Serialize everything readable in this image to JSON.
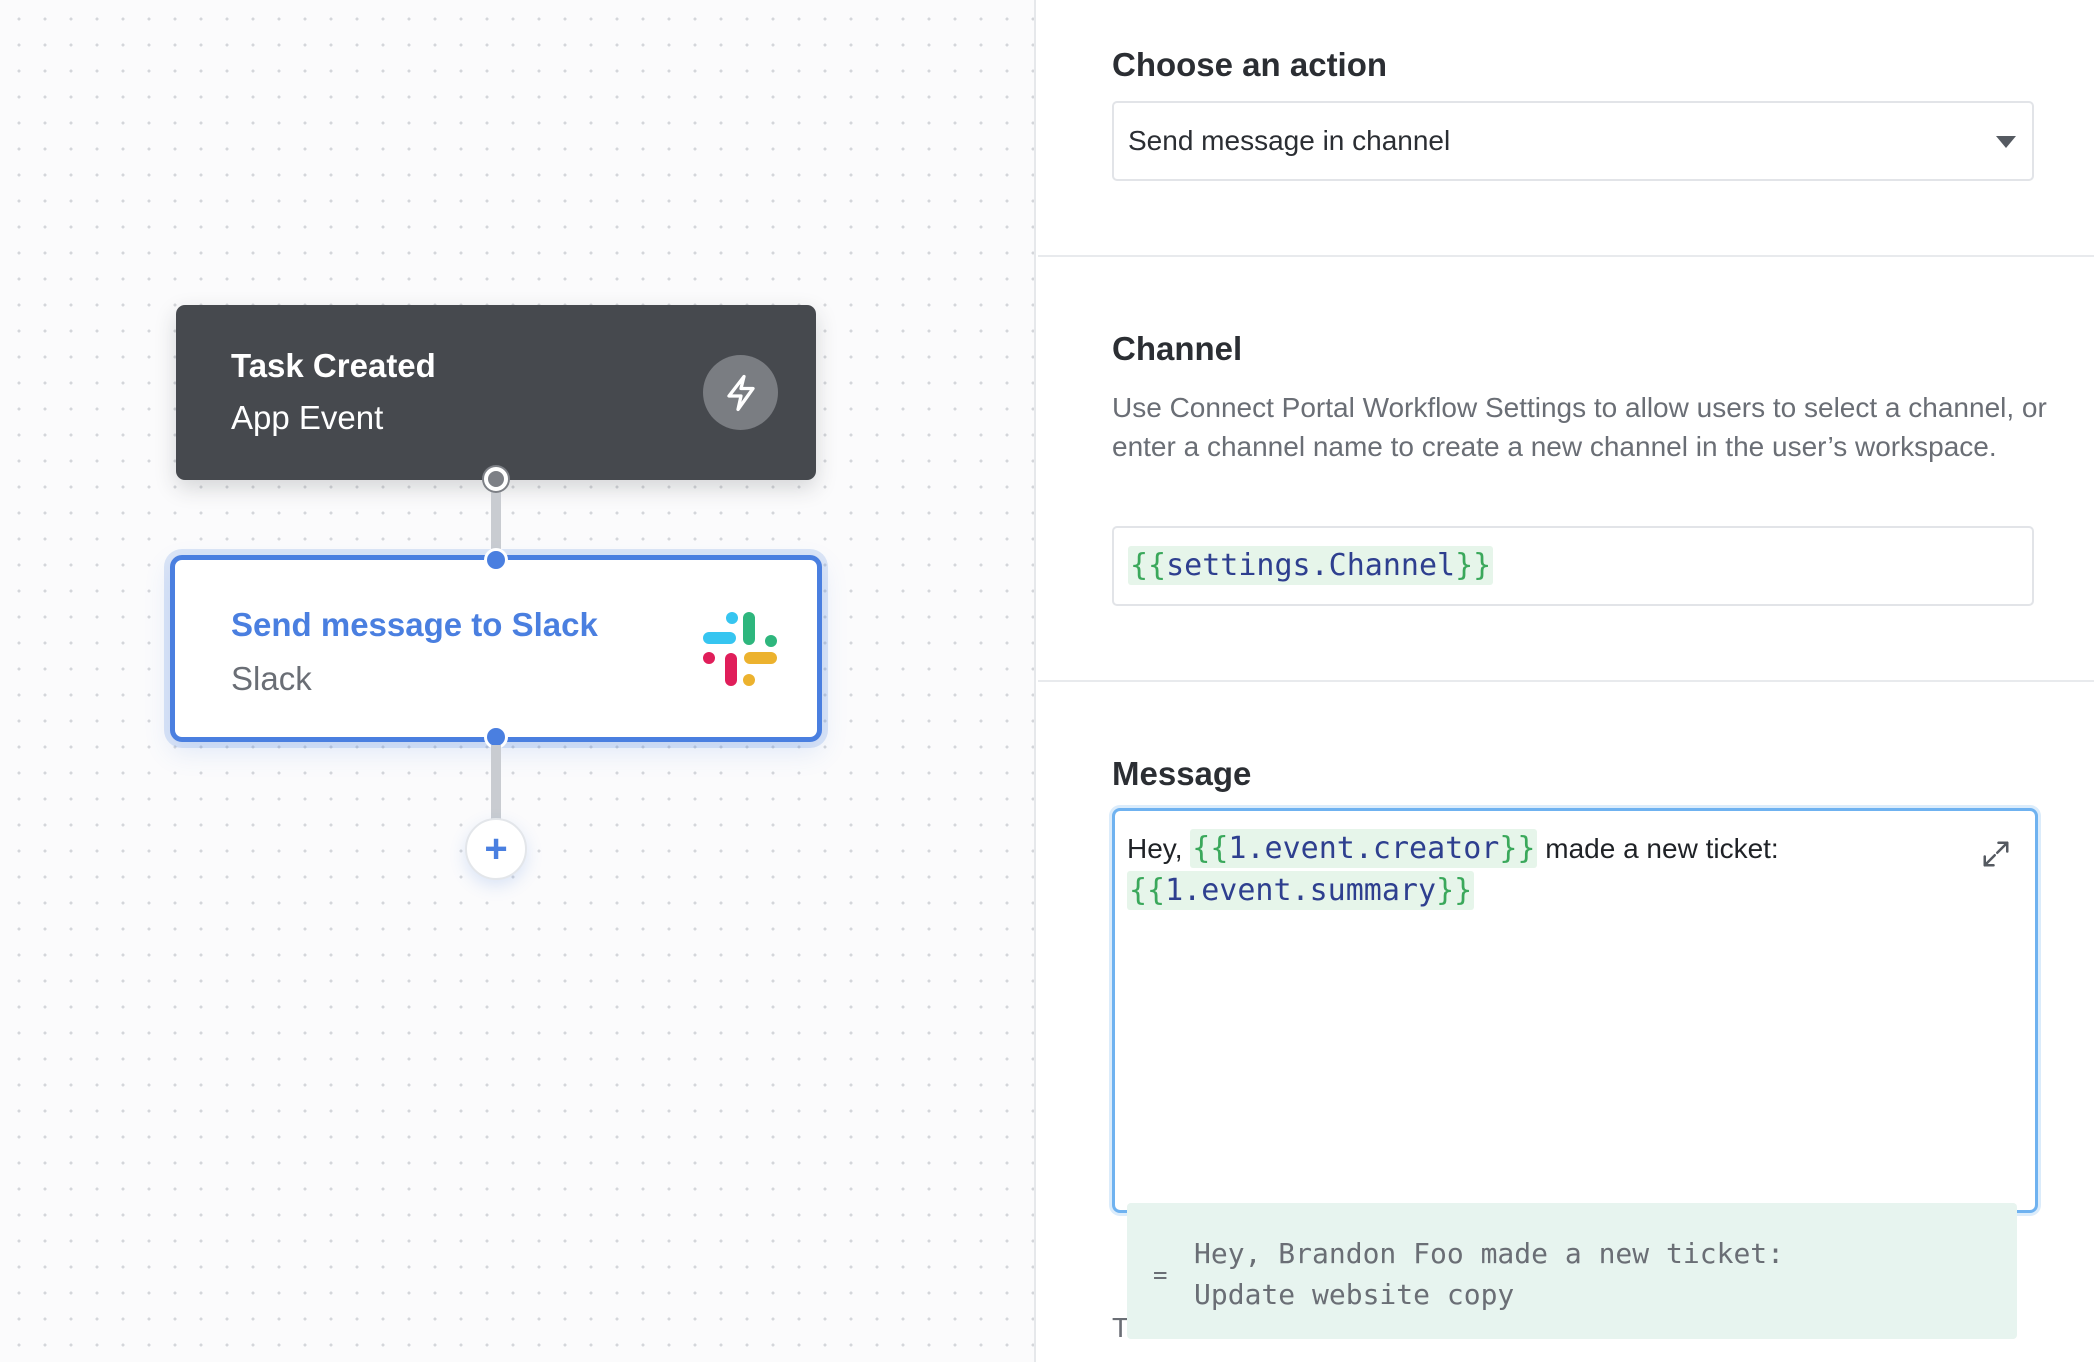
{
  "canvas": {
    "trigger_node": {
      "title": "Task Created",
      "subtitle": "App Event",
      "icon": "lightning-bolt-icon"
    },
    "action_node": {
      "title": "Send message to Slack",
      "subtitle": "Slack",
      "icon": "slack-logo-icon"
    },
    "add_step_label": "+",
    "accent_color": "#4a7fe0",
    "trigger_color": "#46494e"
  },
  "panel": {
    "action": {
      "label": "Choose an action",
      "selected": "Send message in channel"
    },
    "channel": {
      "label": "Channel",
      "help": "Use Connect Portal Workflow Settings to allow users to select a channel, or enter a channel name to create a new channel in the user’s workspace.",
      "value_open": "{{",
      "value_token": "settings.Channel",
      "value_close": "}}"
    },
    "message": {
      "label": "Message",
      "prefix": "Hey, ",
      "token1_open": "{{",
      "token1": "1.event.creator",
      "token1_close": "}}",
      "middle": " made a new ticket:",
      "token2_open": "{{",
      "token2": "1.event.summary",
      "token2_close": "}}",
      "expand_icon": "expand-icon"
    },
    "preview": {
      "eq": "=",
      "line1": "Hey, Brandon Foo made a new ticket:",
      "line2": "Update website copy"
    },
    "truncated_text": "T"
  }
}
